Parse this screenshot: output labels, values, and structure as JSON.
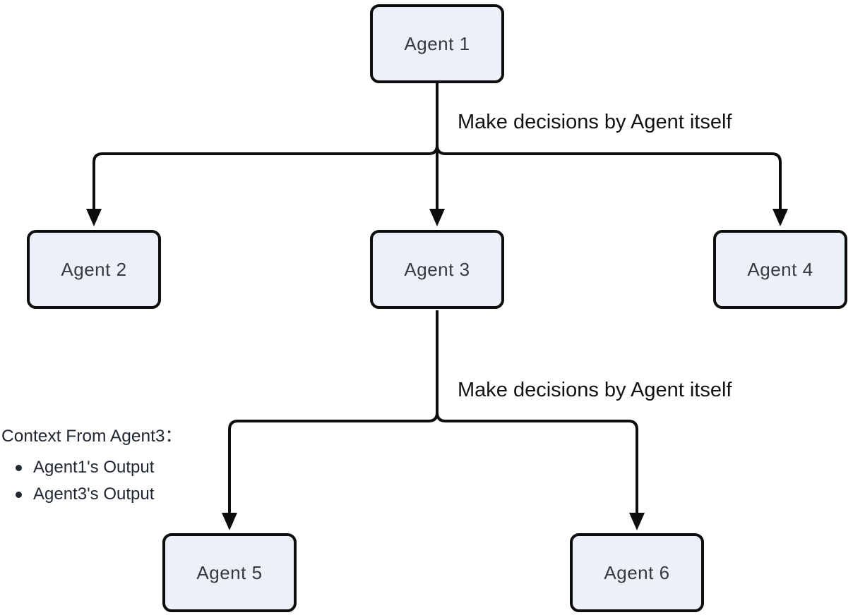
{
  "diagram": {
    "type": "flowchart",
    "nodes": [
      {
        "id": "agent1",
        "label": "Agent 1"
      },
      {
        "id": "agent2",
        "label": "Agent 2"
      },
      {
        "id": "agent3",
        "label": "Agent 3"
      },
      {
        "id": "agent4",
        "label": "Agent 4"
      },
      {
        "id": "agent5",
        "label": "Agent 5"
      },
      {
        "id": "agent6",
        "label": "Agent 6"
      }
    ],
    "edges": [
      {
        "from": "agent1",
        "to": "agent2"
      },
      {
        "from": "agent1",
        "to": "agent3"
      },
      {
        "from": "agent1",
        "to": "agent4"
      },
      {
        "from": "agent3",
        "to": "agent5"
      },
      {
        "from": "agent3",
        "to": "agent6"
      }
    ],
    "edge_labels": [
      {
        "id": "label-top",
        "text": "Make decisions by Agent itself"
      },
      {
        "id": "label-bottom",
        "text": "Make decisions by Agent itself"
      }
    ],
    "context_note": {
      "title": "Context From Agent3：",
      "items": [
        "Agent1's Output",
        "Agent3's Output"
      ]
    },
    "colors": {
      "background": "#FFFFFF",
      "node_fill": "#ECF1F9",
      "node_border": "#0D0D0D",
      "node_text": "#333A45",
      "line": "#0D0D0D",
      "label_text": "#111111"
    }
  }
}
